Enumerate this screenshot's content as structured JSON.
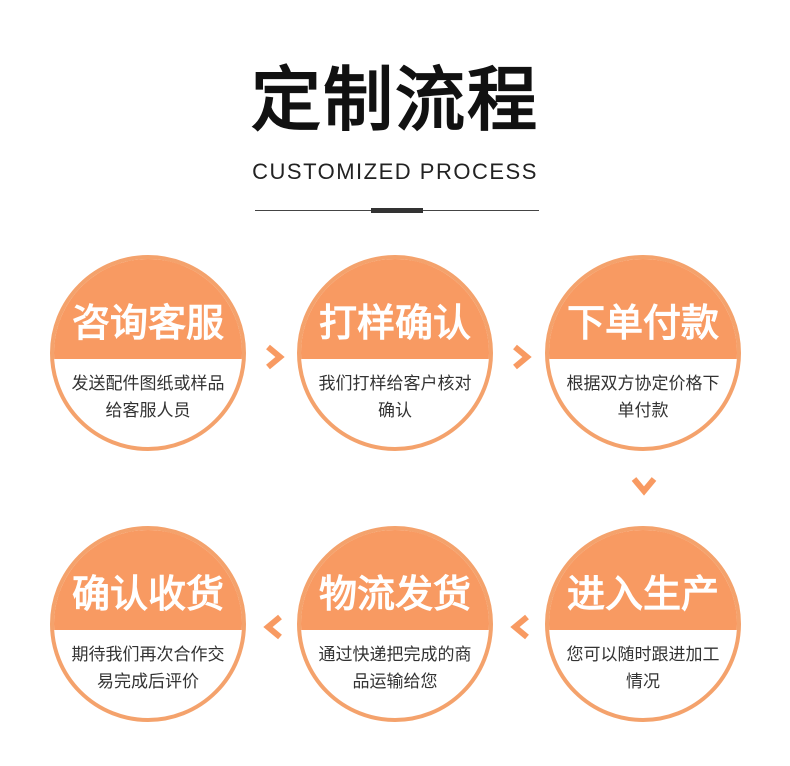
{
  "header": {
    "title": "定制流程",
    "subtitle": "CUSTOMIZED PROCESS"
  },
  "steps": [
    {
      "title": "咨询客服",
      "desc": "发送配件图纸或样品给客服人员"
    },
    {
      "title": "打样确认",
      "desc": "我们打样给客户核对确认"
    },
    {
      "title": "下单付款",
      "desc": "根据双方协定价格下单付款"
    },
    {
      "title": "进入生产",
      "desc": "您可以随时跟进加工情况"
    },
    {
      "title": "物流发货",
      "desc": "通过快递把完成的商品运输给您"
    },
    {
      "title": "确认收货",
      "desc": "期待我们再次合作交易完成后评价"
    }
  ],
  "colors": {
    "accent": "#f89a62",
    "ring": "#f4a26c",
    "text": "#333333",
    "title": "#111111"
  },
  "icons": [
    "chevron-right-icon",
    "chevron-down-icon",
    "chevron-left-icon"
  ]
}
